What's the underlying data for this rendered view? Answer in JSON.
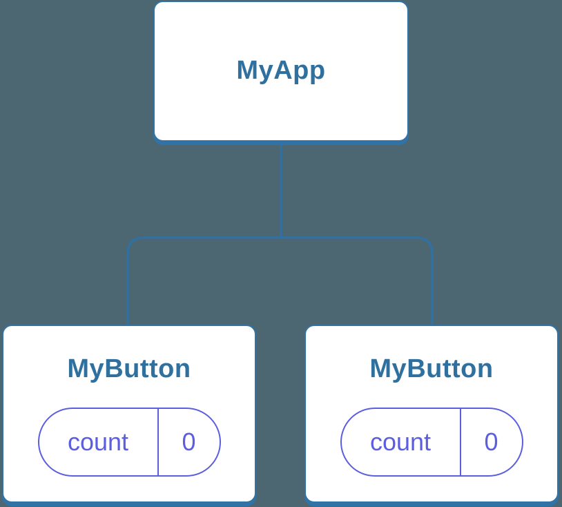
{
  "diagram": {
    "type": "component-tree",
    "root": {
      "label": "MyApp"
    },
    "children": [
      {
        "label": "MyButton",
        "state_pill": {
          "name": "count",
          "value": "0"
        }
      },
      {
        "label": "MyButton",
        "state_pill": {
          "name": "count",
          "value": "0"
        }
      }
    ]
  },
  "colors": {
    "background": "#4C6771",
    "node_fill": "#FFFFFF",
    "node_border": "#3173A6",
    "node_text": "#30709E",
    "connector_line": "#3173A6",
    "state_accent": "#5B5EDF"
  }
}
